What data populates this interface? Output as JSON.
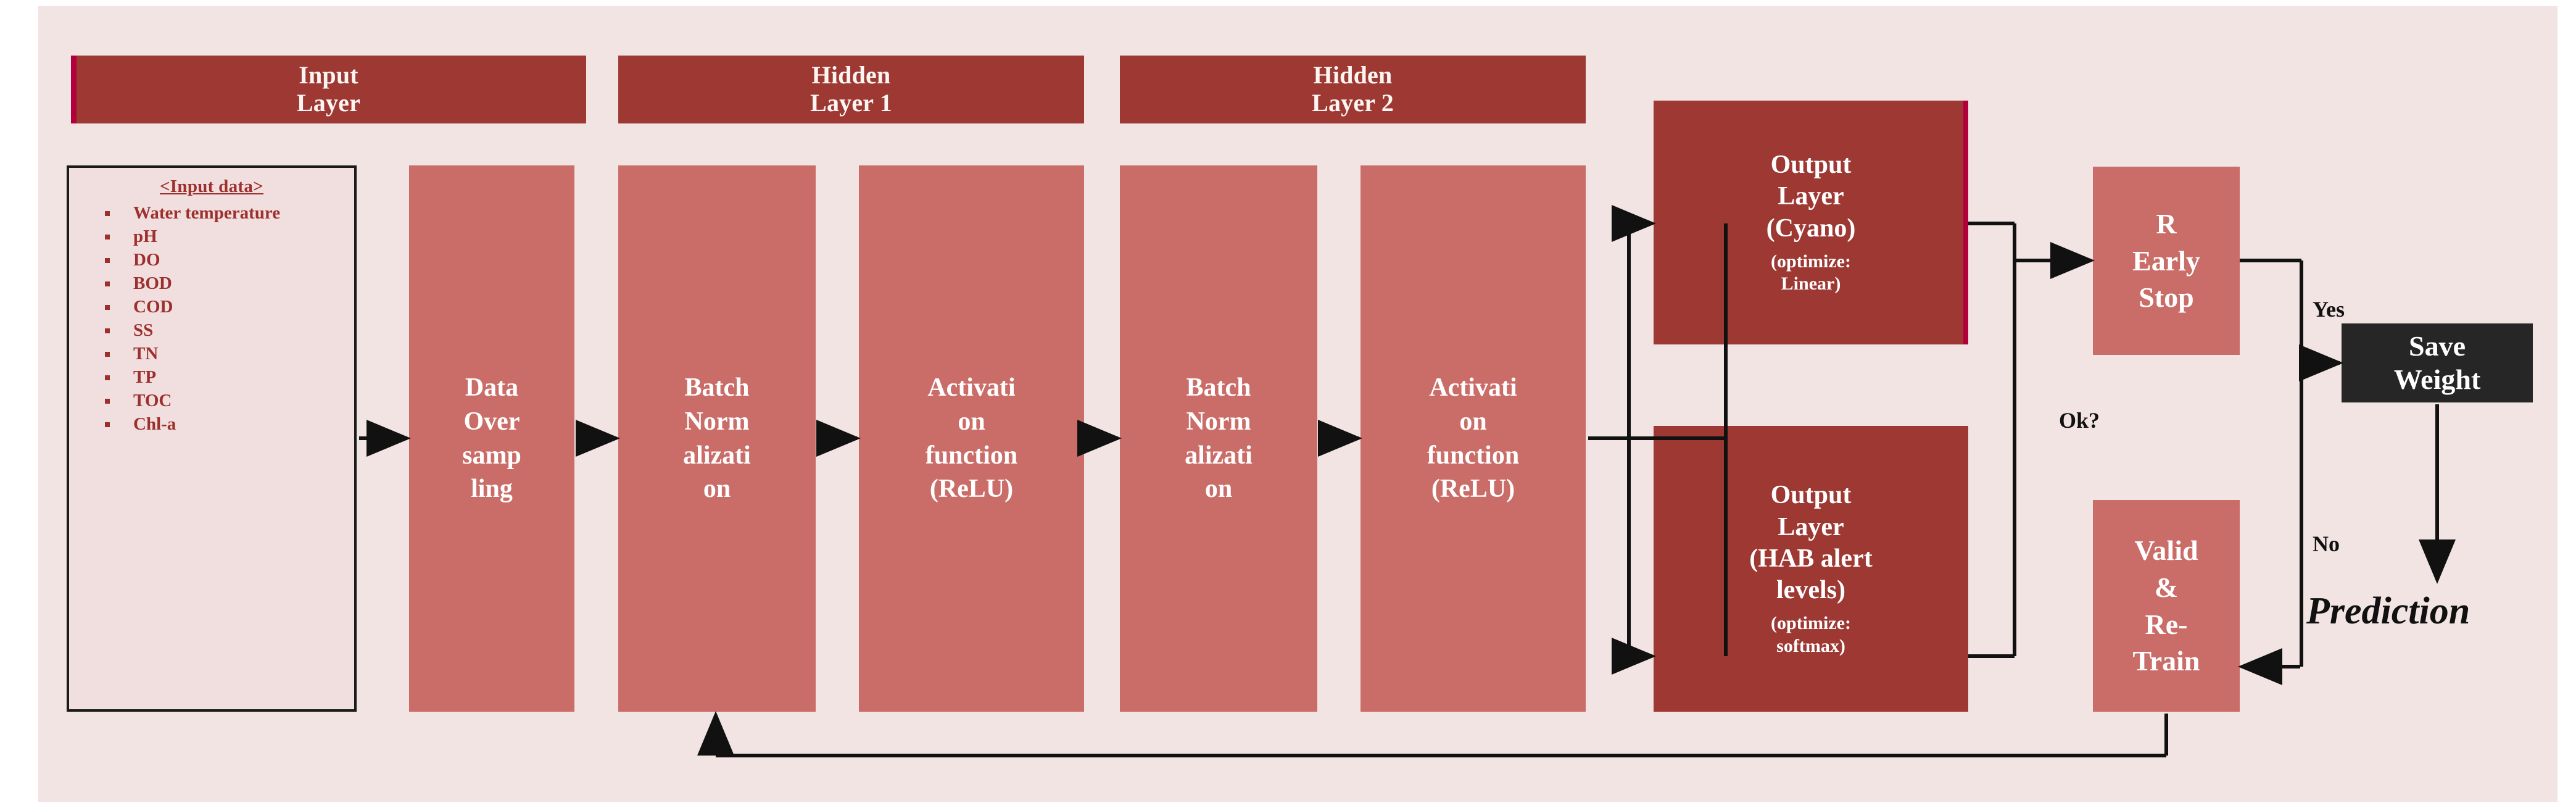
{
  "colors": {
    "slide_background": "#f1e4e3",
    "header_bar": "#9d3833",
    "accent_magenta": "#b2003c",
    "process_box": "#ca6d68",
    "output_box": "#9d3833",
    "save_box": "#262626",
    "card_text": "#9d2f2c",
    "arrow": "#111111"
  },
  "layer_headers": [
    {
      "line1": "Input",
      "line2": "Layer"
    },
    {
      "line1": "Hidden",
      "line2": "Layer 1"
    },
    {
      "line1": "Hidden",
      "line2": "Layer 2"
    }
  ],
  "input_card": {
    "title": "<Input data>",
    "items": [
      "Water temperature",
      "pH",
      "DO",
      "BOD",
      "COD",
      "SS",
      "TN",
      "TP",
      "TOC",
      "Chl-a"
    ]
  },
  "process_boxes": [
    {
      "name": "data-oversampling",
      "lines": [
        "Data",
        "Over",
        "samp",
        "ling"
      ]
    },
    {
      "name": "batch-norm-1",
      "lines": [
        "Batch",
        "Norm",
        "alizati",
        "on"
      ]
    },
    {
      "name": "activation-1",
      "lines": [
        "Activati",
        "on",
        "function",
        "(ReLU)"
      ]
    },
    {
      "name": "batch-norm-2",
      "lines": [
        "Batch",
        "Norm",
        "alizati",
        "on"
      ]
    },
    {
      "name": "activation-2",
      "lines": [
        "Activati",
        "on",
        "function",
        "(ReLU)"
      ]
    }
  ],
  "output_boxes": [
    {
      "name": "output-layer-cyano",
      "lines": [
        "Output",
        "Layer",
        "(Cyano)"
      ],
      "sub": [
        "(optimize:",
        "Linear)"
      ]
    },
    {
      "name": "output-layer-hab",
      "lines": [
        "Output",
        "Layer",
        "(HAB alert",
        "levels)"
      ],
      "sub": [
        "(optimize:",
        "softmax)"
      ]
    }
  ],
  "decision_boxes": [
    {
      "name": "r-early-stop",
      "lines": [
        "R",
        "Early",
        "Stop"
      ]
    },
    {
      "name": "valid-retrain",
      "lines": [
        "Valid",
        "&",
        "Re-",
        "Train"
      ]
    }
  ],
  "save_weight": {
    "lines": [
      "Save",
      "Weight"
    ]
  },
  "edge_labels": {
    "ok": "Ok?",
    "yes": "Yes",
    "no": "No"
  },
  "prediction": "Prediction"
}
